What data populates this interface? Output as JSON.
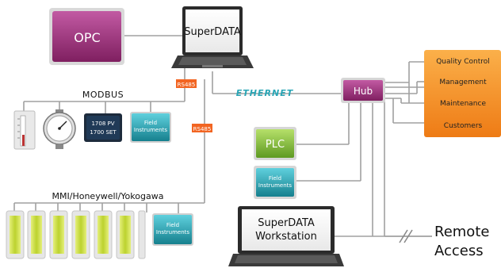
{
  "nodes": {
    "opc": "OPC",
    "superdata": "SuperDATA",
    "hub": "Hub",
    "plc": "PLC",
    "workstation_line1": "SuperDATA",
    "workstation_line2": "Workstation",
    "remote_line1": "Remote",
    "remote_line2": "Access"
  },
  "labels": {
    "modbus": "MODBUS",
    "ethernet": "ETHERNET",
    "mmi": "MMI/Honeywell/Yokogawa",
    "rs485_top": "RS485",
    "rs485_mid": "RS485"
  },
  "meter": {
    "line1": "1708 PV",
    "line2": "1700 SET"
  },
  "field_instruments": {
    "line1": "Field",
    "line2": "Instruments"
  },
  "departments": [
    "Quality Control",
    "Management",
    "Maintenance",
    "Customers"
  ],
  "colors": {
    "opc": "#a3337f",
    "plc": "#8cc63f",
    "hub": "#a3337f",
    "field": "#27a8b8",
    "departments": "#f7941d",
    "rs485": "#f26522",
    "ethernet": "#2aa6b6",
    "line": "#9a9a9a",
    "panel_green": "#c9dc3e"
  }
}
